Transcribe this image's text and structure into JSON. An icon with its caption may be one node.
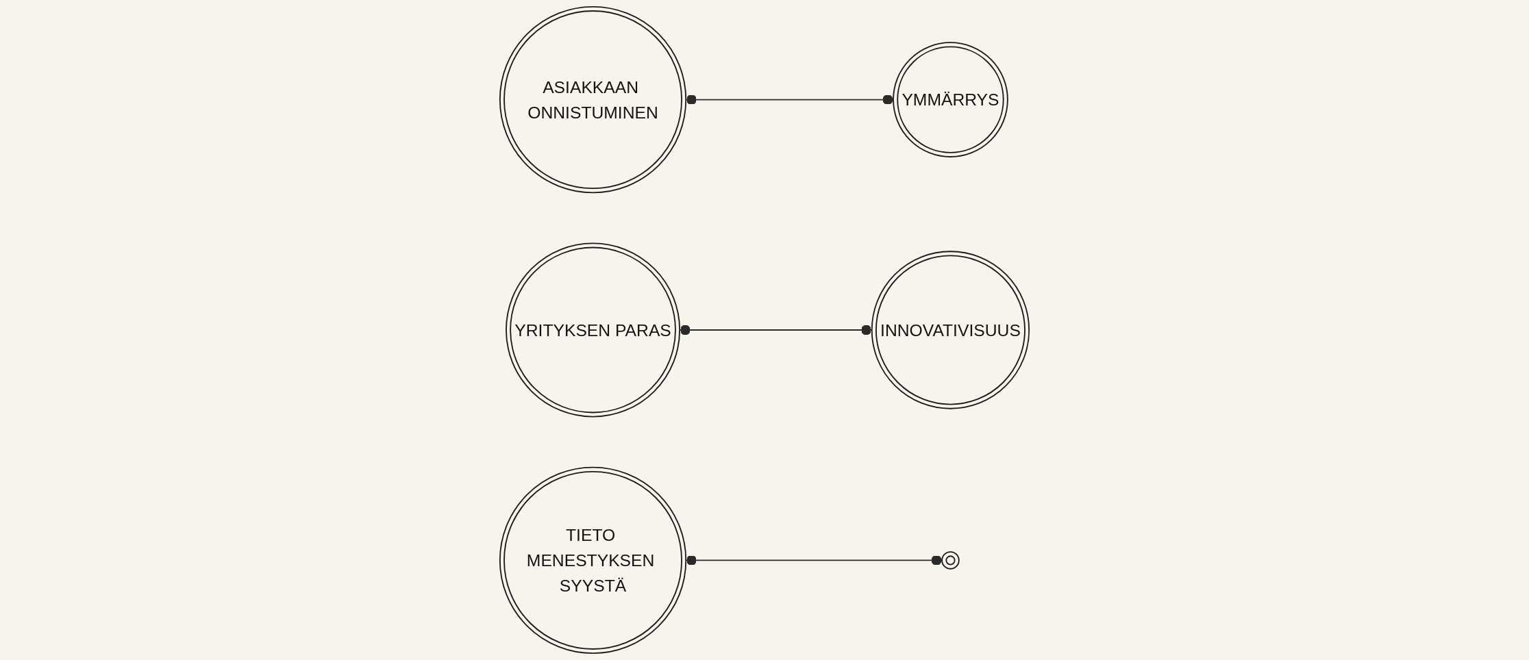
{
  "diagram": {
    "nodes": [
      {
        "text": [
          "ASIAKKAAN ONNISTUMINEN"
        ]
      },
      {
        "text": [
          "YRITYKSEN PARAS"
        ]
      },
      {
        "text": [],
        "shape": "circle"
      },
      {
        "text": [
          "INNOVATIVISUUS"
        ]
      },
      {
        "text": [
          "TIETO MENESTYKSEN SYYSTÄ"
        ]
      },
      {
        "text": [
          "YMMÄRRYS"
        ]
      }
    ],
    "edges": [
      {
        "from": 0,
        "to": 5,
        "arrow": "other"
      },
      {
        "from": 1,
        "to": 3,
        "arrow": "other"
      },
      {
        "from": 4,
        "to": 2,
        "arrow": "other"
      }
    ]
  }
}
